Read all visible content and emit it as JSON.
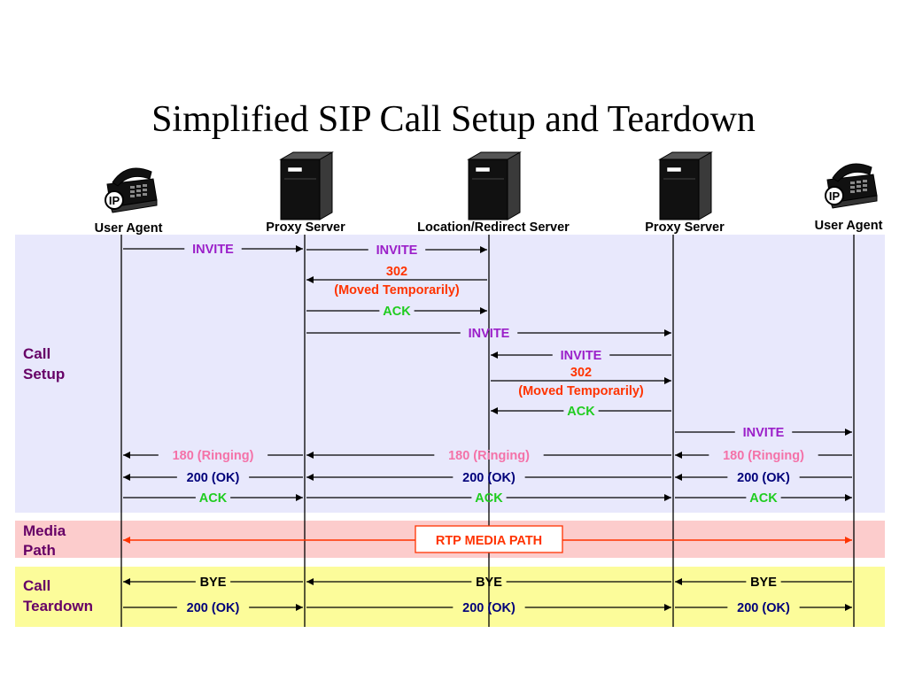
{
  "title": "Simplified SIP Call Setup and Teardown",
  "entities": [
    {
      "label": "User Agent",
      "icon": "ip-phone-icon",
      "badge": "IP"
    },
    {
      "label": "Proxy  Server",
      "icon": "server-icon"
    },
    {
      "label": "Location/Redirect Server",
      "icon": "server-icon"
    },
    {
      "label": "Proxy Server",
      "icon": "server-icon"
    },
    {
      "label": "User Agent",
      "icon": "ip-phone-icon",
      "badge": "IP"
    }
  ],
  "sections": {
    "setup": {
      "label": "Call Setup",
      "lines": [
        "Call",
        "Setup"
      ],
      "color": "#e8e8fc"
    },
    "media": {
      "label": "Media Path",
      "lines": [
        "Media",
        "Path"
      ],
      "color": "#fccccc"
    },
    "teardown": {
      "label": "Call Teardown",
      "lines": [
        "Call",
        "Teardown"
      ],
      "color": "#fcfc9a"
    }
  },
  "colors": {
    "invite": "#9b1fc9",
    "redirect": "#ff3300",
    "ack": "#1fcc1f",
    "ringing": "#f472a8",
    "ok": "#00007a",
    "bye": "#000000",
    "section_label": "#660066",
    "media_path": "#ff3300"
  },
  "messages": [
    {
      "from": 0,
      "to": 1,
      "lines": [
        "INVITE"
      ],
      "kind": "invite"
    },
    {
      "from": 1,
      "to": 2,
      "lines": [
        "INVITE"
      ],
      "kind": "invite"
    },
    {
      "from": 2,
      "to": 1,
      "lines": [
        "302",
        "(Moved Temporarily)"
      ],
      "kind": "redirect"
    },
    {
      "from": 1,
      "to": 2,
      "lines": [
        "ACK"
      ],
      "kind": "ack"
    },
    {
      "from": 1,
      "to": 3,
      "lines": [
        "INVITE"
      ],
      "kind": "invite"
    },
    {
      "from": 3,
      "to": 2,
      "lines": [
        "INVITE"
      ],
      "kind": "invite"
    },
    {
      "from": 2,
      "to": 3,
      "lines": [
        "302",
        "(Moved Temporarily)"
      ],
      "kind": "redirect"
    },
    {
      "from": 3,
      "to": 2,
      "lines": [
        "ACK"
      ],
      "kind": "ack"
    },
    {
      "from": 3,
      "to": 4,
      "lines": [
        "INVITE"
      ],
      "kind": "invite"
    },
    {
      "from": 1,
      "to": 0,
      "lines": [
        "180 (Ringing)"
      ],
      "kind": "ringing"
    },
    {
      "from": 3,
      "to": 1,
      "lines": [
        "180 (Ringing)"
      ],
      "kind": "ringing"
    },
    {
      "from": 4,
      "to": 3,
      "lines": [
        "180 (Ringing)"
      ],
      "kind": "ringing"
    },
    {
      "from": 1,
      "to": 0,
      "lines": [
        "200 (OK)"
      ],
      "kind": "ok"
    },
    {
      "from": 3,
      "to": 1,
      "lines": [
        "200 (OK)"
      ],
      "kind": "ok"
    },
    {
      "from": 4,
      "to": 3,
      "lines": [
        "200 (OK)"
      ],
      "kind": "ok"
    },
    {
      "from": 0,
      "to": 1,
      "lines": [
        "ACK"
      ],
      "kind": "ack"
    },
    {
      "from": 1,
      "to": 3,
      "lines": [
        "ACK"
      ],
      "kind": "ack"
    },
    {
      "from": 3,
      "to": 4,
      "lines": [
        "ACK"
      ],
      "kind": "ack"
    },
    {
      "from": 1,
      "to": 0,
      "lines": [
        "BYE"
      ],
      "kind": "bye"
    },
    {
      "from": 3,
      "to": 1,
      "lines": [
        "BYE"
      ],
      "kind": "bye"
    },
    {
      "from": 4,
      "to": 3,
      "lines": [
        "BYE"
      ],
      "kind": "bye"
    },
    {
      "from": 0,
      "to": 1,
      "lines": [
        "200 (OK)"
      ],
      "kind": "ok"
    },
    {
      "from": 1,
      "to": 3,
      "lines": [
        "200 (OK)"
      ],
      "kind": "ok"
    },
    {
      "from": 3,
      "to": 4,
      "lines": [
        "200 (OK)"
      ],
      "kind": "ok"
    }
  ],
  "media_path": {
    "label": "RTP MEDIA PATH",
    "from": 0,
    "to": 4
  }
}
